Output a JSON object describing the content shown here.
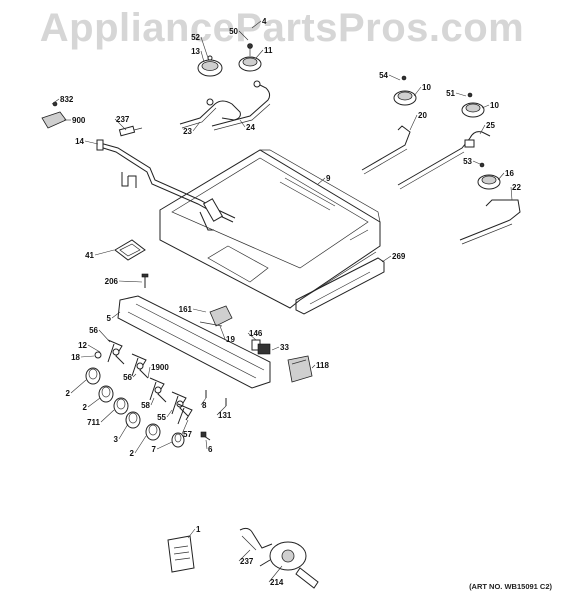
{
  "watermark": "AppliancePartsPros.com",
  "art_no": "(ART NO. WB15091 C2)",
  "labels": [
    {
      "name": "label-4",
      "text": "4"
    },
    {
      "name": "label-50",
      "text": "50"
    },
    {
      "name": "label-52",
      "text": "52"
    },
    {
      "name": "label-13",
      "text": "13"
    },
    {
      "name": "label-11",
      "text": "11"
    },
    {
      "name": "label-54",
      "text": "54"
    },
    {
      "name": "label-10a",
      "text": "10"
    },
    {
      "name": "label-51",
      "text": "51"
    },
    {
      "name": "label-10b",
      "text": "10"
    },
    {
      "name": "label-832",
      "text": "832"
    },
    {
      "name": "label-900",
      "text": "900"
    },
    {
      "name": "label-237a",
      "text": "237"
    },
    {
      "name": "label-23",
      "text": "23"
    },
    {
      "name": "label-24",
      "text": "24"
    },
    {
      "name": "label-20",
      "text": "20"
    },
    {
      "name": "label-25",
      "text": "25"
    },
    {
      "name": "label-14",
      "text": "14"
    },
    {
      "name": "label-9",
      "text": "9"
    },
    {
      "name": "label-53",
      "text": "53"
    },
    {
      "name": "label-16",
      "text": "16"
    },
    {
      "name": "label-22",
      "text": "22"
    },
    {
      "name": "label-41",
      "text": "41"
    },
    {
      "name": "label-269",
      "text": "269"
    },
    {
      "name": "label-206",
      "text": "206"
    },
    {
      "name": "label-5",
      "text": "5"
    },
    {
      "name": "label-161",
      "text": "161"
    },
    {
      "name": "label-19",
      "text": "19"
    },
    {
      "name": "label-146",
      "text": "146"
    },
    {
      "name": "label-33",
      "text": "33"
    },
    {
      "name": "label-56a",
      "text": "56"
    },
    {
      "name": "label-12",
      "text": "12"
    },
    {
      "name": "label-18",
      "text": "18"
    },
    {
      "name": "label-56b",
      "text": "56"
    },
    {
      "name": "label-1900",
      "text": "1900"
    },
    {
      "name": "label-118",
      "text": "118"
    },
    {
      "name": "label-2a",
      "text": "2"
    },
    {
      "name": "label-2b",
      "text": "2"
    },
    {
      "name": "label-58",
      "text": "58"
    },
    {
      "name": "label-8",
      "text": "8"
    },
    {
      "name": "label-711",
      "text": "711"
    },
    {
      "name": "label-55",
      "text": "55"
    },
    {
      "name": "label-131",
      "text": "131"
    },
    {
      "name": "label-3",
      "text": "3"
    },
    {
      "name": "label-57",
      "text": "57"
    },
    {
      "name": "label-2c",
      "text": "2"
    },
    {
      "name": "label-7",
      "text": "7"
    },
    {
      "name": "label-6",
      "text": "6"
    },
    {
      "name": "label-1",
      "text": "1"
    },
    {
      "name": "label-237b",
      "text": "237"
    },
    {
      "name": "label-214",
      "text": "214"
    }
  ]
}
